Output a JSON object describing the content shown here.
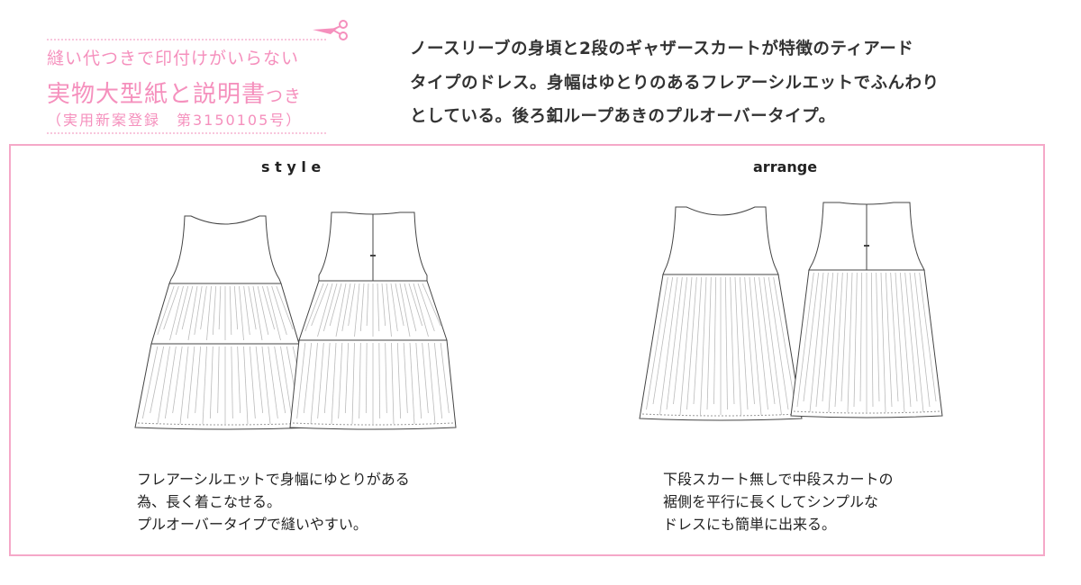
{
  "header": {
    "line1": "縫い代つきで印付けがいらない",
    "line2_main": "実物大型紙と説明書",
    "line2_small": "つき",
    "line3": "（実用新案登録　第3150105号）",
    "icon": "scissors-icon"
  },
  "intro": [
    "ノースリーブの身頃と2段のギャザースカートが特徴のティアード",
    "タイプのドレス。身幅はゆとりのあるフレアーシルエットでふんわり",
    "としている。後ろ釦ループあきのプルオーバータイプ。"
  ],
  "style": {
    "title": "s t y l e",
    "caption": [
      "フレアーシルエットで身幅にゆとりがある",
      "為、長く着こなせる。",
      "プルオーバータイプで縫いやすい。"
    ]
  },
  "arrange": {
    "title": "arrange",
    "caption": [
      "下段スカート無しで中段スカートの",
      "裾側を平行に長くしてシンプルな",
      "ドレスにも簡単に出来る。"
    ]
  },
  "colors": {
    "accent": "#f590bd",
    "border": "#f5a8c8"
  }
}
